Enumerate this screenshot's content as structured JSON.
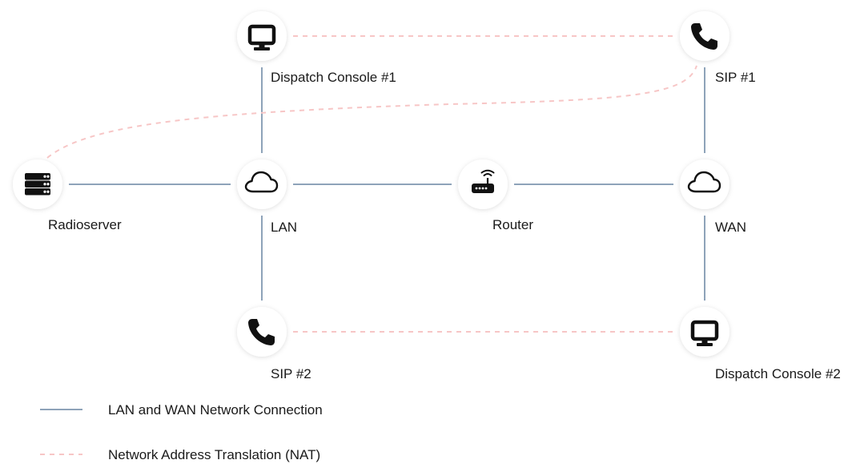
{
  "colors": {
    "lan_wan_line": "#8ea3b9",
    "nat_line": "#f7c6c6",
    "icon": "#111111",
    "background": "#ffffff"
  },
  "nodes": [
    {
      "id": "dispatch1",
      "label": "Dispatch Console #1",
      "icon": "monitor-icon"
    },
    {
      "id": "sip1",
      "label": "SIP #1",
      "icon": "phone-icon"
    },
    {
      "id": "radioserver",
      "label": "Radioserver",
      "icon": "server-icon"
    },
    {
      "id": "lan",
      "label": "LAN",
      "icon": "cloud-icon"
    },
    {
      "id": "router",
      "label": "Router",
      "icon": "router-icon"
    },
    {
      "id": "wan",
      "label": "WAN",
      "icon": "cloud-icon"
    },
    {
      "id": "sip2",
      "label": "SIP #2",
      "icon": "phone-icon"
    },
    {
      "id": "dispatch2",
      "label": "Dispatch Console #2",
      "icon": "monitor-icon"
    }
  ],
  "connections": [
    {
      "from": "radioserver",
      "to": "lan",
      "kind": "lan_wan"
    },
    {
      "from": "lan",
      "to": "router",
      "kind": "lan_wan"
    },
    {
      "from": "router",
      "to": "wan",
      "kind": "lan_wan"
    },
    {
      "from": "dispatch1",
      "to": "lan",
      "kind": "lan_wan"
    },
    {
      "from": "lan",
      "to": "sip2",
      "kind": "lan_wan"
    },
    {
      "from": "sip1",
      "to": "wan",
      "kind": "lan_wan"
    },
    {
      "from": "wan",
      "to": "dispatch2",
      "kind": "lan_wan"
    },
    {
      "from": "dispatch1",
      "to": "sip1",
      "kind": "nat"
    },
    {
      "from": "radioserver",
      "to": "sip1",
      "kind": "nat"
    },
    {
      "from": "sip2",
      "to": "dispatch2",
      "kind": "nat"
    }
  ],
  "legend": {
    "lan_wan_label": "LAN and WAN Network Connection",
    "nat_label": "Network Address Translation (NAT)"
  }
}
